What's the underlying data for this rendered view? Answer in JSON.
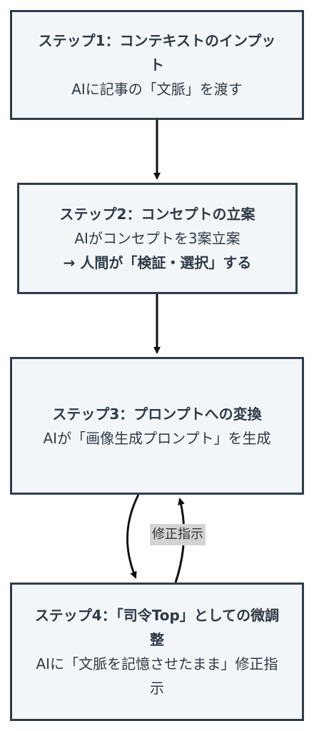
{
  "steps": [
    {
      "title": "ステップ1：コンテキストのインプット",
      "body": "AIに記事の「文脈」を渡す"
    },
    {
      "title": "ステップ2：コンセプトの立案",
      "body": "AIがコンセプトを3案立案",
      "body_strong": "→ 人間が「検証・選択」する"
    },
    {
      "title": "ステップ3：プロンプトへの変換",
      "body": "AIが「画像生成プロンプト」を生成"
    },
    {
      "title": "ステップ4：「司令Top」としての微調整",
      "body": "AIに「文脈を記憶させたまま」修正指示"
    }
  ],
  "edges": {
    "feedback_label": "修正指示"
  },
  "colors": {
    "box_fill": "#f3f6f9",
    "box_border": "#2f3d4c",
    "arrow": "#111111",
    "label_bg": "#d4d4d4"
  }
}
